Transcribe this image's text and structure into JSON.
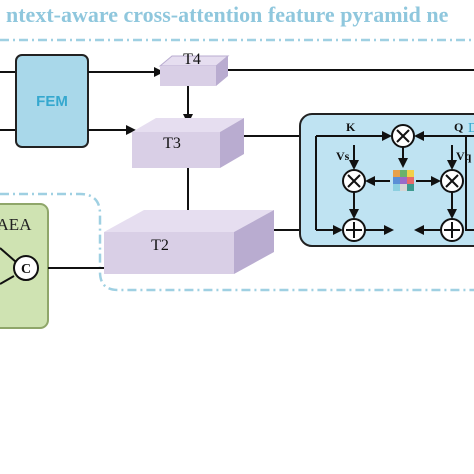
{
  "title": "ntext-aware cross-attention feature pyramid ne",
  "modules": {
    "fem": "FEM",
    "aea": "AEA",
    "concat": "C"
  },
  "pyramid": {
    "t4": "T4",
    "t3": "T3",
    "t2": "T2"
  },
  "attention_block": {
    "k": "K",
    "q": "Q",
    "vs": "Vs",
    "vq": "Vq",
    "edge_letter": "D"
  },
  "colors": {
    "title": "#8fc7dd",
    "fem_fill": "#a9d8ea",
    "attention_fill": "#bfe3f2",
    "aea_fill": "#cfe3b2",
    "plate_top": "#d9cfe6",
    "plate_side": "#b9acd0",
    "dashed_frame": "#9fd0e2"
  }
}
